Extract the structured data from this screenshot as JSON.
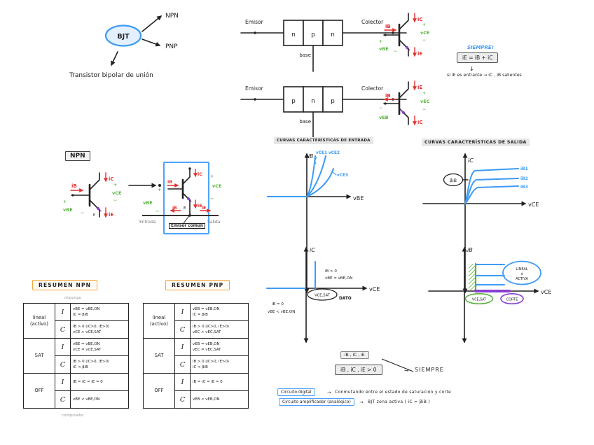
{
  "palette": {
    "ink": "#222222",
    "blue": "#3d9bf5",
    "blue_fill": "#e3f0ff",
    "red": "#e0312f",
    "green": "#57b33c",
    "purple": "#8a3fd1",
    "orange": "#f2a33c",
    "gray_box": "#ededed",
    "header_bg": "#e7e7e7",
    "pencil": "#999999"
  },
  "mindmap": {
    "root": "BJT",
    "npn": "NPN",
    "pnp": "PNP",
    "caption": "Transistor bipolar de unión"
  },
  "blocks": {
    "npn": {
      "emitter": "Emisor",
      "collector": "Colector",
      "base": "base",
      "l1": "n",
      "l2": "p",
      "l3": "n"
    },
    "pnp": {
      "emitter": "Emisor",
      "collector": "Colector",
      "base": "base",
      "l1": "p",
      "l2": "n",
      "l3": "p"
    }
  },
  "sym": {
    "ib": "iB",
    "ic": "iC",
    "ie": "iE",
    "plus": "+",
    "minus": "−",
    "vbe": "vBE",
    "vce": "vCE",
    "veb": "vEB",
    "vec": "vEC"
  },
  "siempre": {
    "title": "SIEMPRE!",
    "equation": "iE = iB + iC",
    "arrow": "↓",
    "detail": "si iE es entrante → iC , iB salientes"
  },
  "npn_section": {
    "tag": "NPN",
    "entrada": "Entrada",
    "salida": "Salida",
    "emisor_comun": "Emisor común",
    "e": "E"
  },
  "graph_in": {
    "title": "CURVAS CARACTERÍSTICAS DE ENTRADA",
    "ylabel": "iB",
    "xlabel": "vBE",
    "c1": "vCE1",
    "c2": "vCE2",
    "c3": "vCE3"
  },
  "graph_out": {
    "title": "CURVAS CARACTERÍSTICAS DE SALIDA",
    "ylabel": "iC",
    "xlabel": "vCE",
    "c1": "iB1",
    "c2": "iB2",
    "c3": "iB3",
    "beta": "βiB"
  },
  "graph_sat": {
    "ylabel": "iC",
    "xlabel": "vCE",
    "on1": "iB > 0",
    "on2": "vBE = vBE,ON",
    "vcesat": "VCE,SAT",
    "dato": "DATO",
    "off1": "iB = 0",
    "off2": "vBE < vBE,ON"
  },
  "graph_reg": {
    "ylabel": "iB",
    "xlabel": "vCE",
    "lin1": "LINEAL",
    "lin2": "ó",
    "lin3": "ACTIVA",
    "vcesat": "VCE,SAT",
    "corte": "CORTE"
  },
  "resumen_npn": {
    "title": "RESUMEN NPN",
    "impongo": "impongo",
    "compruebo": "compruebo",
    "r0": {
      "region": "lineal",
      "region2": "(activo)",
      "t": "I",
      "l1": "vBE = vBE,ON",
      "l2": "iC = βiB"
    },
    "r1": {
      "t": "C",
      "l1": "iB > 0 (iC>0, iE>0)",
      "l2": "vCE > vCE,SAT"
    },
    "r2": {
      "region": "SAT",
      "t": "I",
      "l1": "vBE = vBE,ON",
      "l2": "vCE = vCE,SAT"
    },
    "r3": {
      "t": "C",
      "l1": "iB > 0 (iC>0, iE>0)",
      "l2": "iC < βiB"
    },
    "r4": {
      "region": "OFF",
      "t": "I",
      "l1": "iB = iC = iE = 0"
    },
    "r5": {
      "t": "C",
      "l1": "vBE < vBE,ON"
    }
  },
  "resumen_pnp": {
    "title": "RESUMEN PNP",
    "r0": {
      "region": "lineal",
      "region2": "(activo)",
      "t": "I",
      "l1": "vEB = vEB,ON",
      "l2": "iC = βiB"
    },
    "r1": {
      "t": "C",
      "l1": "iB > 0 (iC>0, iE>0)",
      "l2": "vEC > vEC,SAT"
    },
    "r2": {
      "region": "SAT",
      "t": "I",
      "l1": "vEB = vEB,ON",
      "l2": "vEC = vEC,SAT"
    },
    "r3": {
      "t": "C",
      "l1": "iB > 0 (iC>0, iE>0)",
      "l2": "iC < βiB"
    },
    "r4": {
      "region": "OFF",
      "t": "I",
      "l1": "iB = iC = iE = 0"
    },
    "r5": {
      "t": "C",
      "l1": "vEB < vEB,ON"
    }
  },
  "always": {
    "small": "iB , iC , iE",
    "big": "iB , iC , iE > 0",
    "arrow": "→",
    "label": "SIEMPRE"
  },
  "conclusions": {
    "digital": {
      "box": "Circuito digital",
      "arrow": "→",
      "text": "Conmutando entre el estado de saturación y corte"
    },
    "amplificador": {
      "box": "Circuito amplificador (analógico)",
      "arrow": "→",
      "text": "BJT zona activa ( iC = βiB )"
    }
  }
}
